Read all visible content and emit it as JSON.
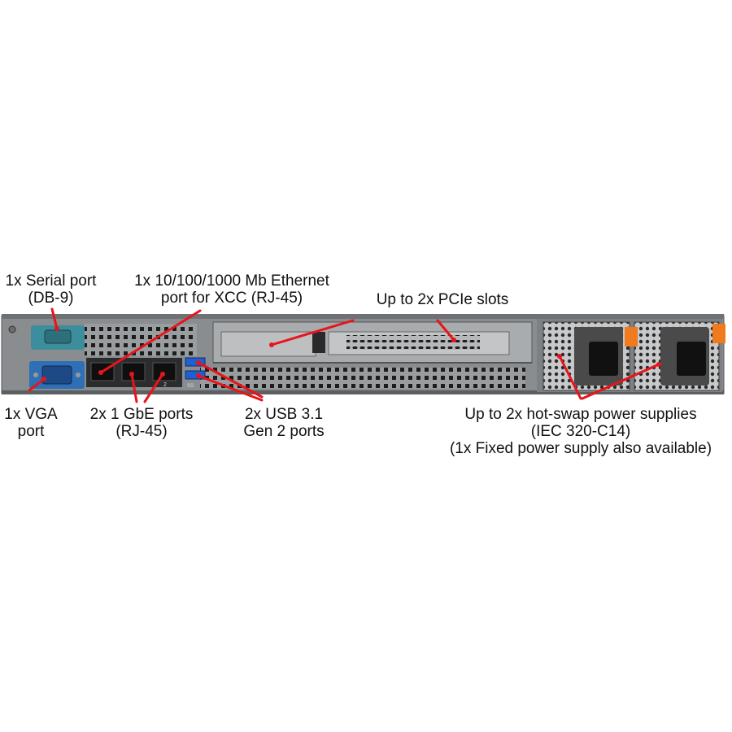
{
  "callouts": {
    "serial": {
      "line1": "1x Serial port",
      "line2": "(DB-9)"
    },
    "xcc": {
      "line1": "1x 10/100/1000 Mb Ethernet",
      "line2": "port for XCC (RJ-45)"
    },
    "pcie": {
      "line1": "Up to 2x PCIe slots"
    },
    "vga": {
      "line1": "1x VGA",
      "line2": "port"
    },
    "gbe": {
      "line1": "2x 1 GbE ports",
      "line2": "(RJ-45)"
    },
    "usb": {
      "line1": "2x USB 3.1",
      "line2": "Gen 2 ports"
    },
    "psu": {
      "line1": "Up to 2x hot-swap power supplies",
      "line2": "(IEC 320-C14)",
      "line3": "(1x Fixed power supply also available)"
    }
  },
  "port_marks": {
    "lan1": "1",
    "lan2": "2",
    "usb_mark": "SS"
  },
  "colors": {
    "arrow": "#e8141a",
    "chassis": "#8a8d8f",
    "chassis_dark": "#3a3c3e",
    "vga_blue": "#2f6fb5",
    "serial_teal": "#3d8e9c",
    "usb_blue": "#1f5fd0",
    "psu_orange": "#f07a1e",
    "psu_handle": "#4a4a4a"
  }
}
